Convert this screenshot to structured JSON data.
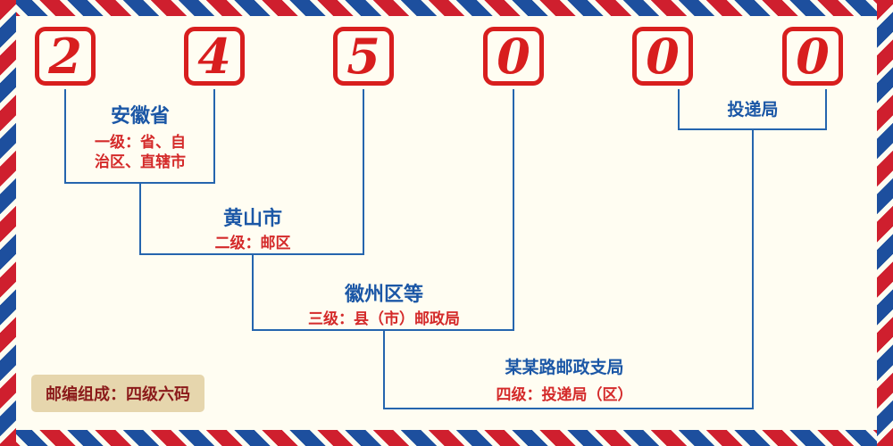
{
  "postal_code": {
    "digits": [
      "2",
      "4",
      "5",
      "0",
      "0",
      "0"
    ]
  },
  "levels": {
    "level1": {
      "title": "安徽省",
      "desc_lines": [
        "一级：省、自",
        "治区、直辖市"
      ]
    },
    "level2": {
      "title": "黄山市",
      "desc": "二级：邮区"
    },
    "level3": {
      "title": "徽州区等",
      "desc": "三级：县（市）邮政局"
    },
    "level4": {
      "title": "某某路邮政支局",
      "desc": "四级：投递局（区）"
    },
    "delivery": {
      "title": "投递局"
    }
  },
  "badge": {
    "label": "邮编组成：四级六码"
  },
  "colors": {
    "digit_red": "#d81e1e",
    "line_blue": "#2565ae",
    "title_blue": "#1b57a6",
    "desc_red": "#d42a2a",
    "badge_bg": "#e6d6ad",
    "badge_text": "#8b1a1a",
    "stripe_red": "#cf1f2e",
    "stripe_blue": "#1d4f9e",
    "background": "#fffdf2"
  }
}
